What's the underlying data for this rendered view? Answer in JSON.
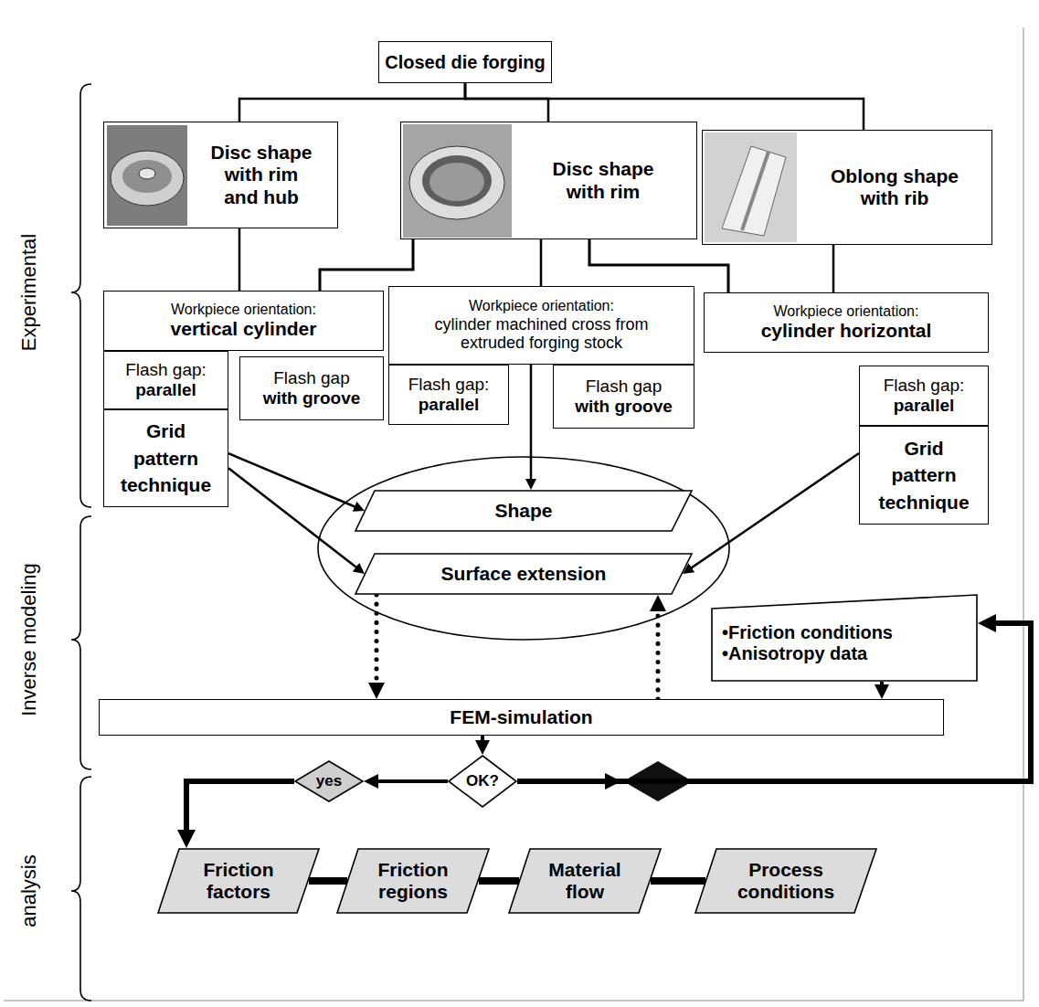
{
  "diagram": {
    "nodes": [
      {
        "text": [
          "Closed die forging"
        ]
      },
      {
        "text": [
          "Disc shape with rim and hub"
        ]
      },
      {
        "text": [
          "Disc shape with rim"
        ]
      },
      {
        "text": [
          "Oblong shape with rib"
        ]
      },
      {
        "text": [
          "Workpiece orientation:",
          "vertical cylinder"
        ]
      },
      {
        "text": [
          "Workpiece orientation:",
          "cylinder machined cross from extruded forging stock"
        ]
      },
      {
        "text": [
          "Workpiece orientation:",
          "cylinder horizontal"
        ]
      },
      {
        "text": [
          "Flash gap:",
          "parallel"
        ]
      },
      {
        "text": [
          "Flash gap",
          "with groove"
        ]
      },
      {
        "text": [
          "Flash gap:",
          "parallel"
        ]
      },
      {
        "text": [
          "Flash gap",
          "with groove"
        ]
      },
      {
        "text": [
          "Flash gap:",
          "parallel"
        ]
      },
      {
        "text": [
          "Grid pattern technique"
        ]
      },
      {
        "text": [
          "Grid pattern technique"
        ]
      },
      {
        "text": [
          "Shape"
        ]
      },
      {
        "text": [
          "Surface extension"
        ]
      },
      {
        "text": [
          "•Friction conditions",
          "•Anisotropy data"
        ]
      },
      {
        "text": [
          "FEM-simulation"
        ]
      },
      {
        "text": [
          "yes"
        ]
      },
      {
        "text": [
          "OK?"
        ]
      },
      {
        "text": [
          "Friction factors"
        ]
      },
      {
        "text": [
          "Friction regions"
        ]
      },
      {
        "text": [
          "Material flow"
        ]
      },
      {
        "text": [
          "Process conditions"
        ]
      }
    ],
    "edges": [
      {
        "from": 0,
        "to": 1,
        "arrow": "none"
      },
      {
        "from": 0,
        "to": 2,
        "arrow": "none"
      },
      {
        "from": 0,
        "to": 3,
        "arrow": "none"
      },
      {
        "from": 1,
        "to": 4,
        "arrow": "none"
      },
      {
        "from": 2,
        "to": 4,
        "arrow": "none"
      },
      {
        "from": 2,
        "to": 5,
        "arrow": "none"
      },
      {
        "from": 2,
        "to": 6,
        "arrow": "none"
      },
      {
        "from": 3,
        "to": 6,
        "arrow": "none"
      },
      {
        "from": 12,
        "to": 14,
        "arrow": "to"
      },
      {
        "from": 12,
        "to": 15,
        "arrow": "to"
      },
      {
        "from": 5,
        "to": 14,
        "arrow": "to"
      },
      {
        "from": 13,
        "to": 15,
        "arrow": "to"
      },
      {
        "from": 15,
        "to": 17,
        "arrow": "to"
      },
      {
        "from": 17,
        "to": 15,
        "arrow": "to"
      },
      {
        "from": 16,
        "to": 17,
        "arrow": "to"
      },
      {
        "from": 17,
        "to": 19,
        "arrow": "to"
      },
      {
        "from": 19,
        "to": 18,
        "arrow": "to"
      },
      {
        "from": 19,
        "to": 16,
        "arrow": "to"
      },
      {
        "from": 18,
        "to": 20,
        "arrow": "to"
      },
      {
        "from": 20,
        "to": 21,
        "arrow": "none"
      },
      {
        "from": 21,
        "to": 22,
        "arrow": "none"
      },
      {
        "from": 22,
        "to": 23,
        "arrow": "none"
      }
    ],
    "labels": [
      "Experimental",
      "Inverse modeling",
      "analysis"
    ]
  }
}
